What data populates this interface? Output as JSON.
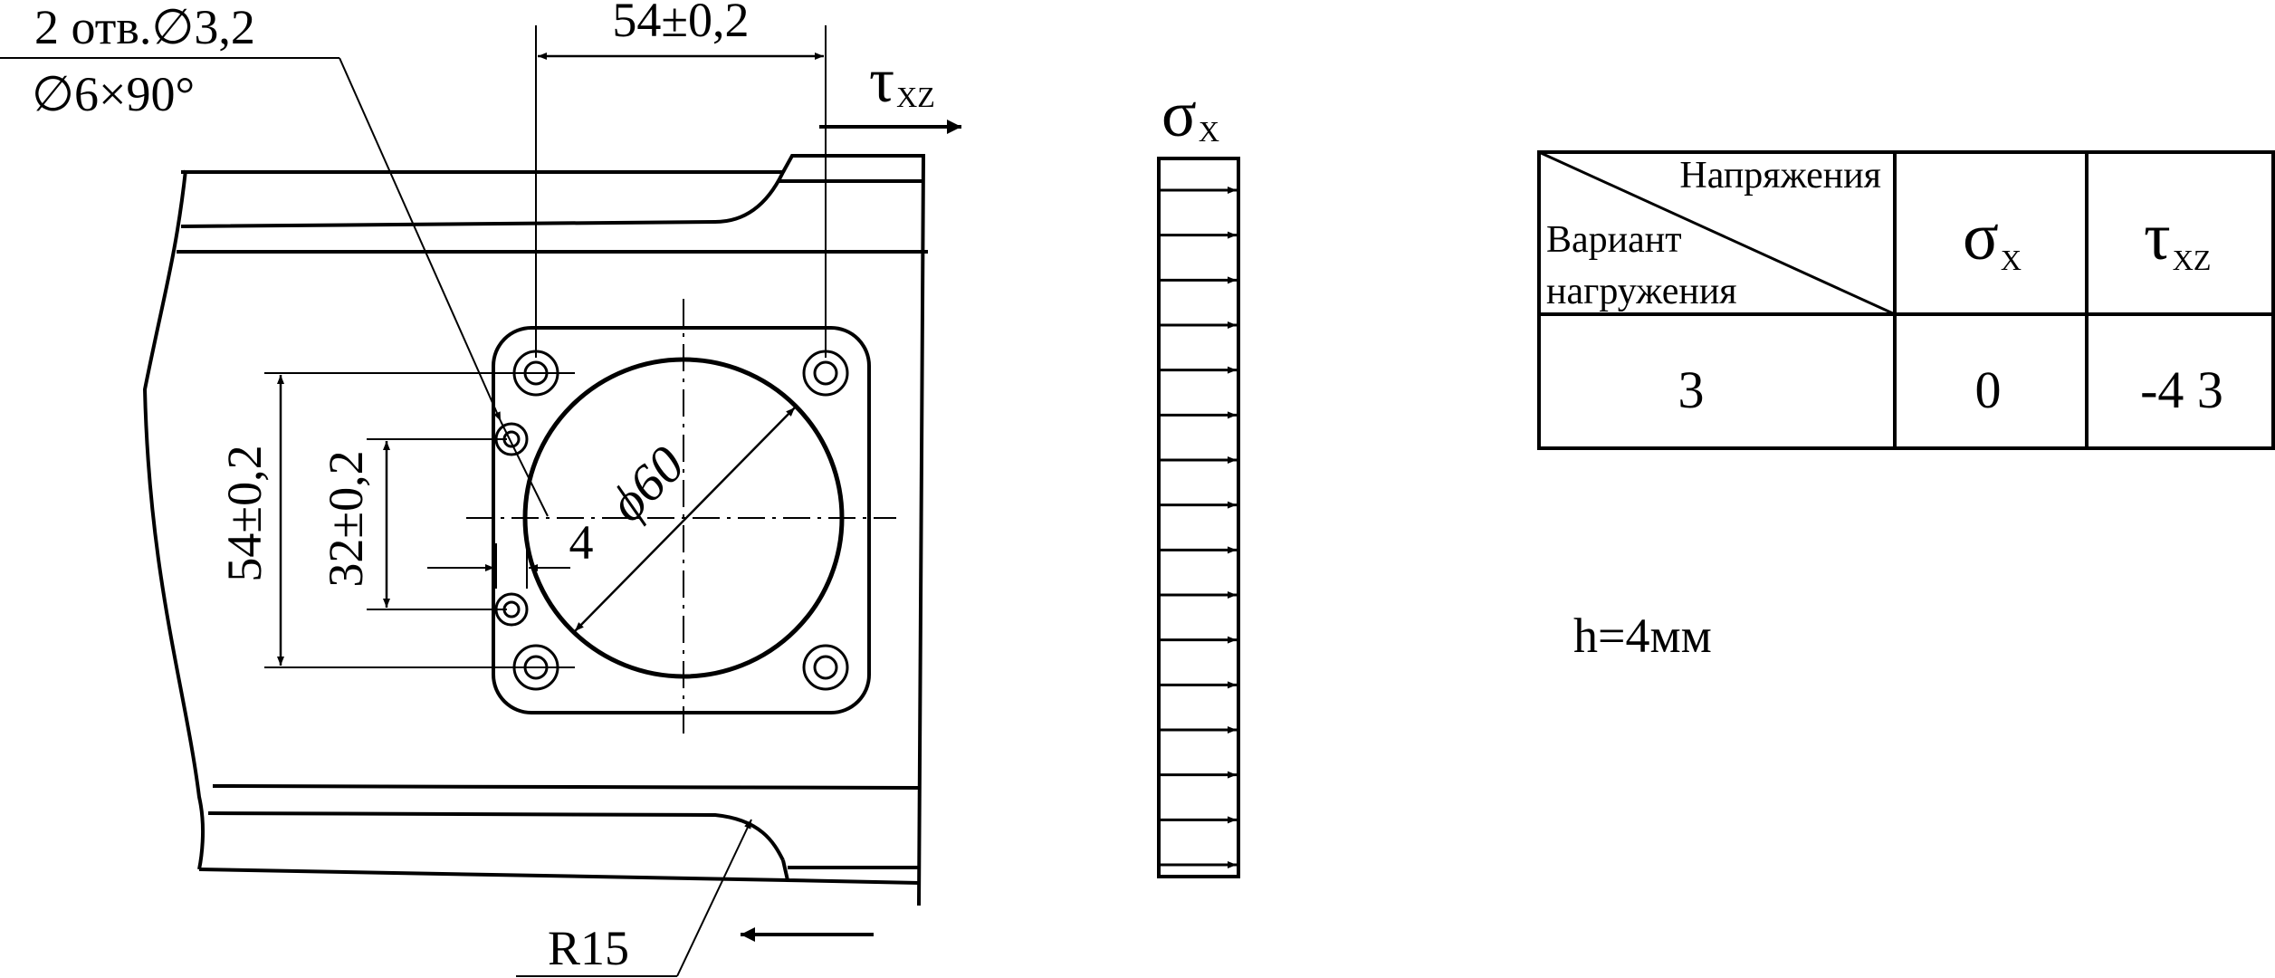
{
  "drawing": {
    "hole_note_line1": "2 отв.∅3,2",
    "hole_note_line2": "∅6×90°",
    "dim_top": "54±0,2",
    "dim_left_outer": "54±0,2",
    "dim_left_inner": "32±0,2",
    "dim_small": "4",
    "dim_diameter": "ϕ60",
    "radius_label": "R15",
    "tau_label": {
      "main": "τ",
      "sub": "XZ"
    },
    "sigma_label": {
      "main": "σ",
      "sub": "X"
    },
    "thickness_note": "h=4мм"
  },
  "table": {
    "header_diagonal_top": "Напряжения",
    "header_diagonal_bottom_line1": "Вариант",
    "header_diagonal_bottom_line2": "нагружения",
    "sigma_header": {
      "main": "σ",
      "sub": "X"
    },
    "tau_header": {
      "main": "τ",
      "sub": "XZ"
    },
    "row": {
      "variant": "3",
      "sigma": "0",
      "tau": "-4 3"
    }
  }
}
